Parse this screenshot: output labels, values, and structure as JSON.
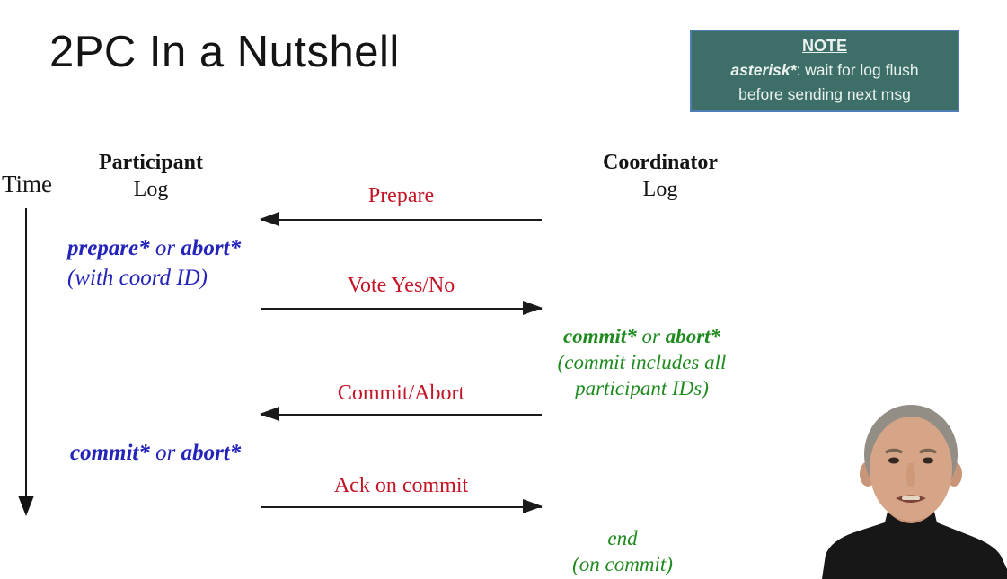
{
  "title": "2PC In a Nutshell",
  "note": {
    "heading": "NOTE",
    "term": "asterisk*",
    "term_rest": ": wait for log flush",
    "line2": "before sending next msg",
    "bg_color": "#3d6e67",
    "border_color": "#4d7fb5",
    "text_color": "#eaf2ef"
  },
  "time_axis": {
    "label": "Time"
  },
  "lanes": {
    "participant": {
      "name": "Participant",
      "sub": "Log"
    },
    "coordinator": {
      "name": "Coordinator",
      "sub": "Log"
    }
  },
  "messages": [
    {
      "label": "Prepare",
      "from": "coordinator",
      "to": "participant"
    },
    {
      "label": "Vote Yes/No",
      "from": "participant",
      "to": "coordinator"
    },
    {
      "label": "Commit/Abort",
      "from": "coordinator",
      "to": "participant"
    },
    {
      "label": "Ack on commit",
      "from": "participant",
      "to": "coordinator"
    }
  ],
  "participant_log": [
    {
      "b1": "prepare*",
      "mid": " or ",
      "b2": "abort*",
      "note": "(with coord ID)"
    },
    {
      "b1": "commit*",
      "mid": " or ",
      "b2": "abort*"
    }
  ],
  "coordinator_log": [
    {
      "b1": "commit*",
      "mid": " or ",
      "b2": "abort*",
      "note1": "(commit includes all",
      "note2": "participant IDs)"
    },
    {
      "main": "end",
      "note1": "(on commit)"
    }
  ],
  "colors": {
    "message_text": "#c41527",
    "participant_log_text": "#2424bb",
    "coordinator_log_text": "#1f8b1f",
    "diagram_ink": "#1a1a1a"
  }
}
